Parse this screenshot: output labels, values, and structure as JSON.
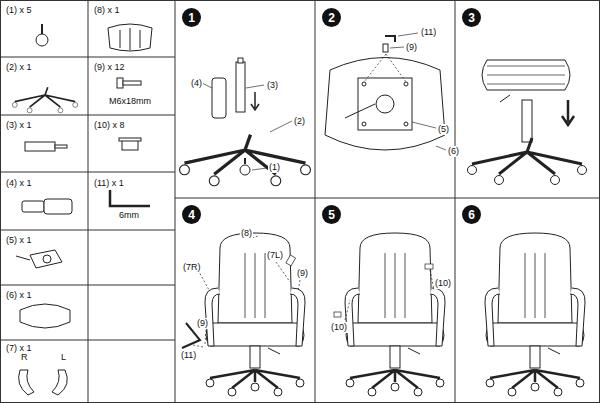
{
  "diagram": {
    "nodes": [
      {
        "text": [
          "1"
        ]
      },
      {
        "text": [
          "2"
        ]
      },
      {
        "text": [
          "3"
        ]
      },
      {
        "text": [
          "4"
        ]
      },
      {
        "text": [
          "5"
        ]
      },
      {
        "text": [
          "6"
        ]
      }
    ],
    "labels": [
      "(1) x 5",
      "(8) x 1",
      "(2) x 1",
      "(9) x 12",
      "M6x18mm",
      "(3) x 1",
      "(10) x 8",
      "(4) x 1",
      "(11) x 1",
      "6mm",
      "(5) x 1",
      "(6) x 1",
      "(7) x 1",
      "R",
      "L",
      "(4)",
      "(3)",
      "(2)",
      "(1)",
      "(11)",
      "(9)",
      "(5)",
      "(6)",
      "(8)",
      "(7R)",
      "(7L)",
      "(9)",
      "(9)",
      "(11)",
      "(10)",
      "(10)"
    ]
  }
}
